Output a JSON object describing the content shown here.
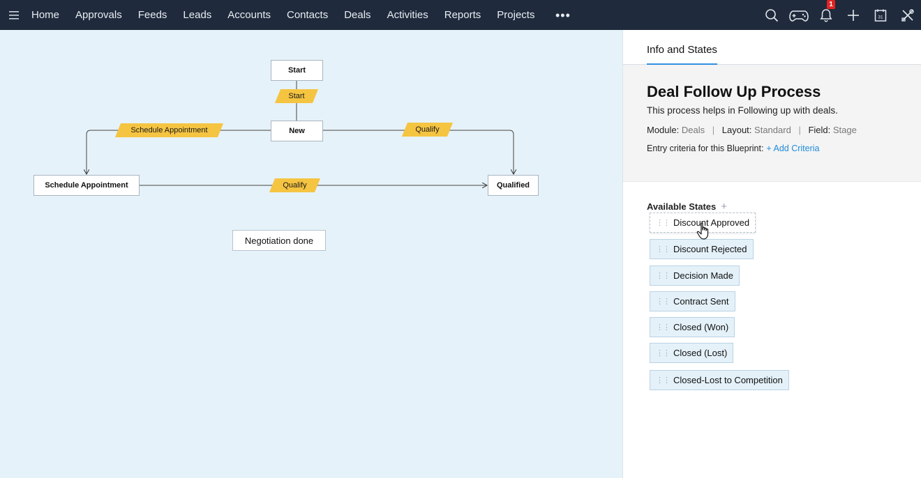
{
  "nav": {
    "menu_icon": "hamburger-icon",
    "items": [
      "Home",
      "Approvals",
      "Feeds",
      "Leads",
      "Accounts",
      "Contacts",
      "Deals",
      "Activities",
      "Reports",
      "Projects"
    ],
    "more": "•••",
    "icons": [
      "search-icon",
      "gamepad-icon",
      "bell-icon",
      "plus-icon",
      "calendar-icon",
      "tools-icon"
    ],
    "notification_count": "1",
    "calendar_day": "31"
  },
  "canvas": {
    "nodes": {
      "start": "Start",
      "new": "New",
      "schedule": "Schedule Appointment",
      "qualified": "Qualified",
      "negotiation": "Negotiation done"
    },
    "transitions": {
      "start": "Start",
      "schedule": "Schedule Appointment",
      "qualify_top": "Qualify",
      "qualify_mid": "Qualify"
    }
  },
  "panel": {
    "tab": "Info and States",
    "title": "Deal Follow Up Process",
    "description": "This process helps in Following up with deals.",
    "module_label": "Module:",
    "module_value": "Deals",
    "layout_label": "Layout:",
    "layout_value": "Standard",
    "field_label": "Field:",
    "field_value": "Stage",
    "criteria_label": "Entry criteria for this Blueprint:",
    "criteria_link": "+ Add Criteria",
    "states_heading": "Available States",
    "states": [
      "Discount Approved",
      "Discount Rejected",
      "Decision Made",
      "Contract Sent",
      "Closed (Won)",
      "Closed (Lost)",
      "Closed-Lost to Competition"
    ]
  },
  "colors": {
    "topbar": "#1f2a3c",
    "canvas": "#e6f2f9",
    "transition": "#f5c441",
    "link": "#1e8bd9",
    "state_bg": "#e4f1f9"
  }
}
